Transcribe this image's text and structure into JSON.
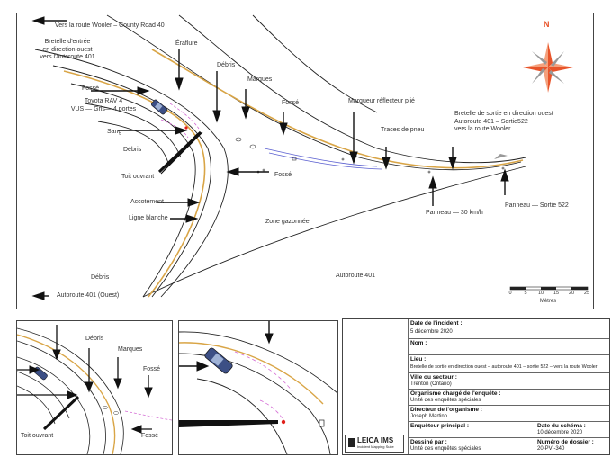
{
  "main_map": {
    "labels": {
      "wooler_route": "Vers la route Wooler – County Road 40",
      "entry_ramp": [
        "Bretelle d'entrée",
        "en direction ouest",
        "vers l'autoroute 401"
      ],
      "scratch": "Éraflure",
      "debris_top": "Débris",
      "marks": "Marques",
      "ditch_left": "Fossé",
      "vehicle": [
        "Toyota RAV 4",
        "VUS — Gris— 4 portes"
      ],
      "ditch_mid": "Fossé",
      "bent_marker": "Marqueur réflecteur plié",
      "exit_ramp": [
        "Bretelle de sortie en direction ouest",
        "Autoroute 401 – Sortie522",
        "vers la route Wooler"
      ],
      "blood": "Sang",
      "tire_marks": "Traces de pneu",
      "debris_left": "Débris",
      "sunroof": "Toit ouvrant",
      "ditch_low": "Fossé",
      "shoulder": "Accotement",
      "white_line": "Ligne blanche",
      "grass_zone": "Zone gazonnée",
      "sign_speed": "Panneau — 30 km/h",
      "sign_exit": "Panneau — Sortie 522",
      "debris_bottom": "Débris",
      "highway": "Autoroute 401",
      "highway_west": "Autoroute 401 (Ouest)"
    },
    "compass_n": "N",
    "scale": {
      "ticks": [
        "0",
        "5",
        "10",
        "15",
        "20",
        "25"
      ],
      "unit": "Mètres"
    }
  },
  "inset_left": {
    "labels": {
      "debris": "Débris",
      "marks": "Marques",
      "ditch": "Fossé",
      "sunroof": "Toit ouvrant",
      "ditch2": "Fossé"
    }
  },
  "title_block": {
    "incident_date_label": "Date de l'incident :",
    "incident_date": "5 décembre 2020",
    "name_label": "Nom :",
    "place_label": "Lieu :",
    "place": "Bretelle de sortie en direction ouest – autoroute 401 – sortie 522 – vers la route Wooler",
    "city_label": "Ville ou secteur :",
    "city": "Trenton (Ontario)",
    "agency_label": "Organisme chargé de l'enquête :",
    "agency": "Unité des enquêtes spéciales",
    "director_label": "Directeur de l'organisme :",
    "director": "Joseph Martino",
    "investigator_label": "Enquêteur principal :",
    "schema_date_label": "Date du schéma :",
    "schema_date": "10 décembre 2020",
    "drawn_label": "Dessiné par :",
    "drawn": "Unité des enquêtes spéciales",
    "file_label": "Numéro de dossier :",
    "file": "20-PVI-340",
    "logo": "LEICA IMS",
    "logo_sub": "Incident Mapping Suite"
  },
  "colors": {
    "road_edge": "#d9a546",
    "tire": "#5a5fd0",
    "pink": "#d46ad4",
    "blood": "#e0201a",
    "compass": "#e8542a"
  }
}
